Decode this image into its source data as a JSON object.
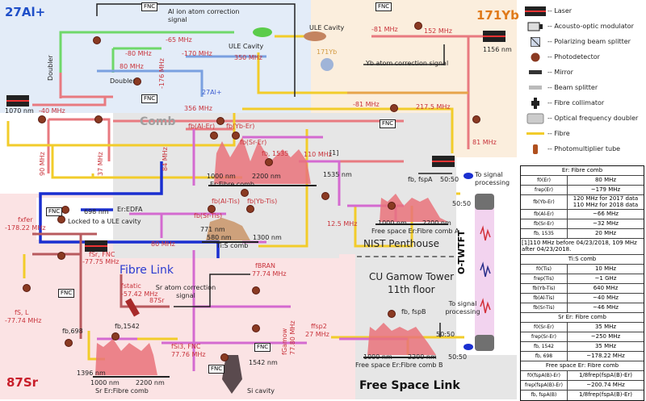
{
  "regions": {
    "al": {
      "species": "27Al+"
    },
    "yb": {
      "species": "171Yb"
    },
    "sr": {
      "species": "87Sr"
    },
    "comb": {
      "title": "Comb"
    },
    "fibre_link": {
      "title": "Fibre Link"
    },
    "free_space": {
      "title": "Free Space Link"
    },
    "nist": {
      "title": "NIST Penthouse"
    },
    "cu": {
      "title": "CU Gamow Tower",
      "subtitle": "11th floor"
    },
    "otwtft": {
      "title": "O-TWTFT"
    }
  },
  "al_labels": {
    "laser": "1070 nm",
    "m40": "-40 MHz",
    "m80": "-80 MHz",
    "p80": "80 MHz",
    "m65": "-65 MHz",
    "m170": "-170 MHz",
    "p350": "350 MHz",
    "m176": "-176 MHz",
    "p356": "356 MHz",
    "doubler1": "Doubler",
    "doubler2": "Doubler",
    "ule": "ULE Cavity",
    "correction": "Al ion atom correction signal",
    "p90": "90 MHz",
    "p37": "37 MHz",
    "fnc": "FNC",
    "ion": "27Al+"
  },
  "yb_labels": {
    "ule": "ULE Cavity",
    "m81a": "-81 MHz",
    "p152": "152 MHz",
    "laser": "1156 nm",
    "atom": "171Yb",
    "correction": "Yb atom correction signal",
    "m81b": "-81 MHz",
    "p2175": "217.5 MHz",
    "p81": "81 MHz"
  },
  "comb_labels": {
    "fb_al_er": "fb(Al-Er)",
    "fb_yb_er": "fb(Yb-Er)",
    "fb_sr_er": "fb(Sr-Er)",
    "fb_1535": "fb, 1535",
    "p110": "110 MHz",
    "note1": "[1]",
    "laser1535": "1535 nm",
    "p84": "84 MHz",
    "axis_left": "1000 nm",
    "axis_right": "2200 nm",
    "comb_name": "Er:Fibre comb",
    "edfa": "Er:EDFA",
    "fb_al_tis": "fb(Al-Tis)",
    "fb_yb_tis": "fb(Yb-Tis)",
    "fb_sr_tis": "fb(Sr-Tis)",
    "tis_771": "771 nm",
    "tis_left": "580 nm",
    "tis_right": "1300 nm",
    "tis_name": "Ti:S comb",
    "p80": "80 MHz",
    "p125": "12.5 MHz"
  },
  "nist_labels": {
    "fb_fspA": "fb, fspA",
    "split1": "50:50",
    "split2": "50:50",
    "signal": "To signal processing",
    "axis_left": "1000 nm",
    "axis_right": "2200 nm",
    "comb_name": "Free space Er:Fibre comb A"
  },
  "sr_labels": {
    "laser": "698 nm",
    "locked": "Locked to a ULE cavity",
    "fxfer": "fxfer",
    "fxfer_val": "-178.22 MHz",
    "fsr_fnc": "fSr, FNC",
    "fsr_fnc_val": "-77.75 MHz",
    "fstatic": "fstatic",
    "fstatic_val": "-57.42 MHz",
    "correction": "Sr atom correction signal",
    "atom": "87Sr",
    "fsl": "fS, L",
    "fsl_val": "-77.74 MHz",
    "fb698": "fb,698",
    "fb1542": "fb,1542",
    "fsi3": "fSi3, FNC",
    "fsi3_val": "77.76 MHz",
    "fbran": "fBRAN",
    "fbran_val": "77.74 MHz",
    "fgamow": "fGamow",
    "fgamow_val": "77.80 MHz",
    "laser1542": "1542 nm",
    "cavity": "Si cavity",
    "axis_1396": "1396 nm",
    "axis_left": "1000 nm",
    "axis_right": "2200 nm",
    "comb_name": "Sr Er:Fibre comb"
  },
  "cu_labels": {
    "ffsp2": "ffsp2",
    "ffsp2_val": "27 MHz",
    "fb_fspB": "fb, fspB",
    "split1": "50:50",
    "split2": "50:50",
    "signal": "To signal processing",
    "axis_left": "1000 nm",
    "axis_right": "2200 nm",
    "comb_name": "Free space Er:Fibre comb B"
  },
  "legend": [
    {
      "icon": "laser-icon",
      "label": "-- Laser"
    },
    {
      "icon": "aom-icon",
      "label": "-- Acousto-optic modulator"
    },
    {
      "icon": "pbs-icon",
      "label": "-- Polarizing beam splitter"
    },
    {
      "icon": "photodetector-icon",
      "label": "-- Photodetector"
    },
    {
      "icon": "mirror-icon",
      "label": "-- Mirror"
    },
    {
      "icon": "beam-splitter-icon",
      "label": "-- Beam splitter"
    },
    {
      "icon": "fibre-collimator-icon",
      "label": "-- Fibre collimator"
    },
    {
      "icon": "doubler-icon",
      "label": "-- Optical frequency doubler"
    },
    {
      "icon": "fibre-icon",
      "label": "-- Fibre"
    },
    {
      "icon": "pmt-icon",
      "label": "-- Photomultiplier tube"
    }
  ],
  "table": {
    "sections": [
      {
        "title": "Er: Fibre comb",
        "rows": [
          {
            "k": "f0(Er)",
            "v": "80 MHz"
          },
          {
            "k": "frep(Er)",
            "v": "~179 MHz"
          },
          {
            "k": "fb(Yb-Er)",
            "v": "120 MHz for 2017 data 110 MHz for 2018 data"
          },
          {
            "k": "fb(Al-Er)",
            "v": "~66 MHz"
          },
          {
            "k": "fb(Sr-Er)",
            "v": "~32 MHz"
          },
          {
            "k": "fb, 1535",
            "v": "20 MHz"
          }
        ],
        "note": "[1]110 MHz before 04/23/2018, 109 MHz after 04/23/2018."
      },
      {
        "title": "Ti:S comb",
        "rows": [
          {
            "k": "f0(Tis)",
            "v": "10 MHz"
          },
          {
            "k": "frep(Tis)",
            "v": "~1 GHz"
          },
          {
            "k": "fb(Yb-Tis)",
            "v": "640 MHz"
          },
          {
            "k": "fb(Al-Tis)",
            "v": "~40 MHz"
          },
          {
            "k": "fb(Sr-Tis)",
            "v": "~46 MHz"
          }
        ]
      },
      {
        "title": "Sr Er: Fibre comb",
        "rows": [
          {
            "k": "f0(Sr-Er)",
            "v": "35 MHz"
          },
          {
            "k": "frep(Sr-Er)",
            "v": "~250 MHz"
          },
          {
            "k": "fb, 1542",
            "v": "35 MHz"
          },
          {
            "k": "fb, 698",
            "v": "~178.22 MHz"
          }
        ]
      },
      {
        "title": "Free space Er: Fibre comb",
        "rows": [
          {
            "k": "f0(fspA(B)-Er)",
            "v": "1/8frep(fspA(B)-Er)"
          },
          {
            "k": "frep(fspA(B)-Er)",
            "v": "~200.74 MHz"
          },
          {
            "k": "fb, fspA(B)",
            "v": "1/8frep(fspA(B)-Er)"
          }
        ]
      }
    ]
  },
  "colors": {
    "red_beam": "#e87a80",
    "green_beam": "#6fd86a",
    "blue_beam": "#7aa0e0",
    "fibre": "#f2cc2a",
    "fibre_link": "#1a2fd0",
    "pink_beam": "#d46ad0",
    "label_red": "#c8323a"
  }
}
